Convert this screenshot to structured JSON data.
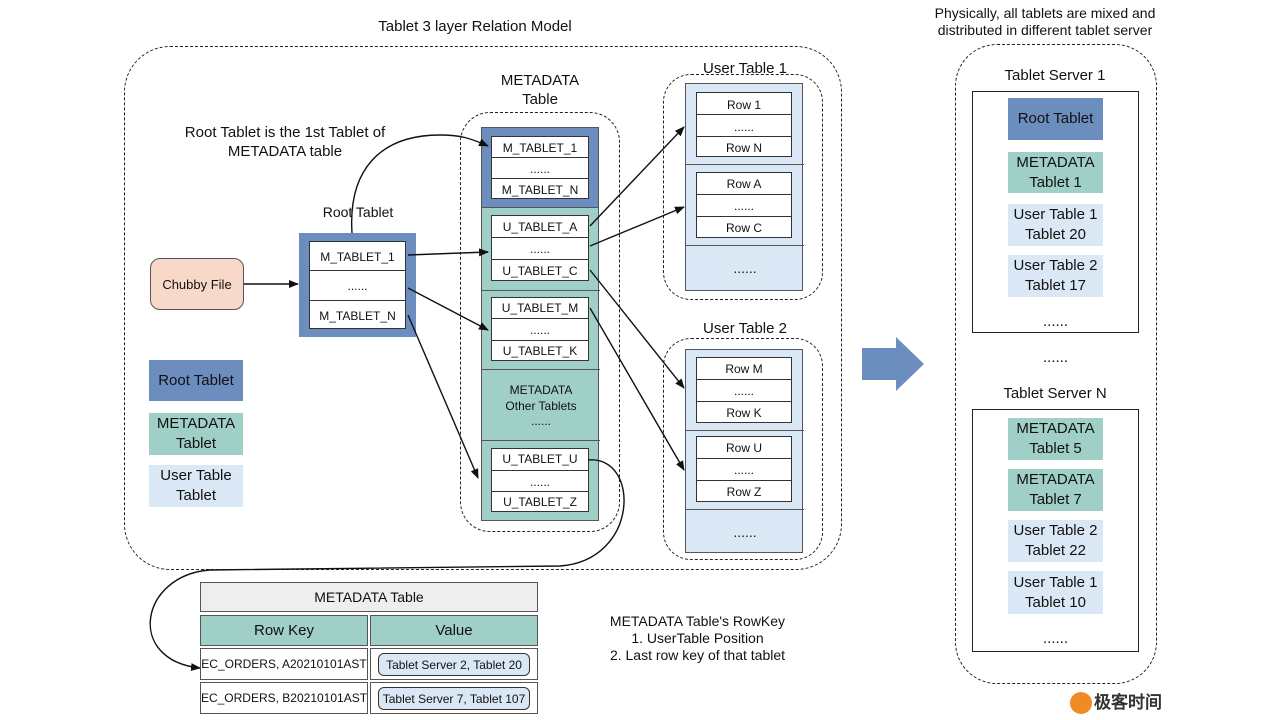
{
  "title": "Tablet 3 layer Relation Model",
  "physical_note_line1": "Physically, all tablets are mixed and",
  "physical_note_line2": "distributed in different tablet server",
  "chubby_file": "Chubby File",
  "root_tablet_caption": "Root Tablet",
  "root_note_line1": "Root Tablet is the 1st Tablet of",
  "root_note_line2": "METADATA table",
  "root_rows": [
    "M_TABLET_1",
    "......",
    "M_TABLET_N"
  ],
  "metadata_caption_line1": "METADATA",
  "metadata_caption_line2": "Table",
  "metadata_group1": [
    "M_TABLET_1",
    "......",
    "M_TABLET_N"
  ],
  "metadata_group2": [
    "U_TABLET_A",
    "......",
    "U_TABLET_C"
  ],
  "metadata_group3": [
    "U_TABLET_M",
    "......",
    "U_TABLET_K"
  ],
  "metadata_other_line1": "METADATA",
  "metadata_other_line2": "Other Tablets",
  "metadata_other_line3": "......",
  "metadata_group4": [
    "U_TABLET_U",
    "......",
    "U_TABLET_Z"
  ],
  "user_table1_caption": "User Table 1",
  "user_table1_group1": [
    "Row 1",
    "......",
    "Row N"
  ],
  "user_table1_group2": [
    "Row A",
    "......",
    "Row C"
  ],
  "user_table1_more": "......",
  "user_table2_caption": "User Table 2",
  "user_table2_group1": [
    "Row M",
    "......",
    "Row K"
  ],
  "user_table2_group2": [
    "Row U",
    "......",
    "Row Z"
  ],
  "user_table2_more": "......",
  "legend": {
    "root": "Root Tablet",
    "metadata_line1": "METADATA",
    "metadata_line2": "Tablet",
    "user_line1": "User Table",
    "user_line2": "Tablet"
  },
  "meta_table": {
    "title": "METADATA Table",
    "col_key": "Row Key",
    "col_value": "Value",
    "rows": [
      {
        "key": "EC_ORDERS, A20210101AST",
        "value": "Tablet Server 2, Tablet 20"
      },
      {
        "key": "EC_ORDERS, B20210101AST",
        "value": "Tablet Server 7, Tablet 107"
      }
    ]
  },
  "rowkey_note": {
    "line1": "METADATA Table's RowKey",
    "line2": "1. UserTable Position",
    "line3": "2. Last row key of that tablet"
  },
  "server1": {
    "caption": "Tablet Server 1",
    "items": [
      {
        "l1": "Root Tablet",
        "l2": ""
      },
      {
        "l1": "METADATA",
        "l2": "Tablet 1"
      },
      {
        "l1": "User Table 1",
        "l2": "Tablet 20"
      },
      {
        "l1": "User Table 2",
        "l2": "Tablet 17"
      }
    ],
    "more": "......"
  },
  "servers_between": "......",
  "serverN": {
    "caption": "Tablet Server N",
    "items": [
      {
        "l1": "METADATA",
        "l2": "Tablet 5"
      },
      {
        "l1": "METADATA",
        "l2": "Tablet 7"
      },
      {
        "l1": "User Table 2",
        "l2": "Tablet 22"
      },
      {
        "l1": "User Table 1",
        "l2": "Tablet 10"
      }
    ],
    "more": "......"
  },
  "watermark": "极客时间",
  "colors": {
    "root": "#6c8ebf",
    "metadata": "#9fcfc6",
    "user": "#dae8f5",
    "chubby": "#f8d8c8",
    "big_arrow": "#6c8ebf"
  }
}
